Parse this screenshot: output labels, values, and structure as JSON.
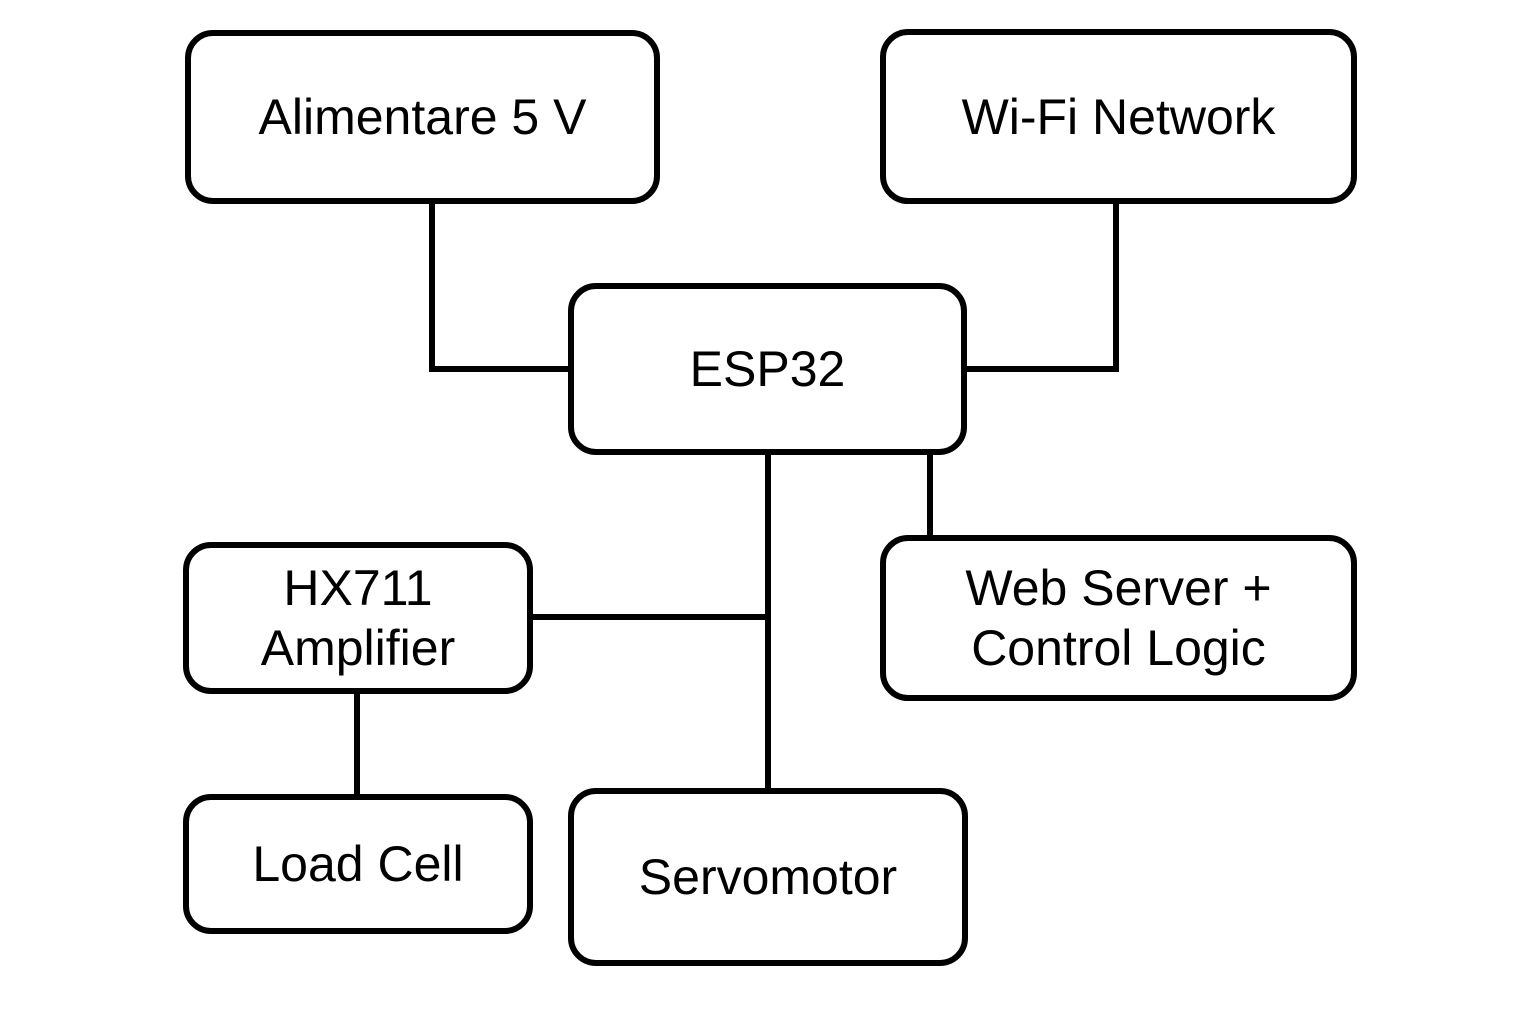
{
  "diagram": {
    "background_color": "#ffffff",
    "line_color": "#000000",
    "box_fill_color": "#ffffff",
    "box_border_color": "#000000",
    "text_color": "#000000",
    "nodes": [
      {
        "id": "alimentare",
        "label_lines": [
          "Alimentare 5 V"
        ]
      },
      {
        "id": "wifi",
        "label_lines": [
          "Wi-Fi Network"
        ]
      },
      {
        "id": "esp32",
        "label_lines": [
          "ESP32"
        ]
      },
      {
        "id": "hx711",
        "label_lines": [
          "HX711",
          "Amplifier"
        ]
      },
      {
        "id": "webserver",
        "label_lines": [
          "Web Server +",
          "Control Logic"
        ]
      },
      {
        "id": "loadcell",
        "label_lines": [
          "Load Cell"
        ]
      },
      {
        "id": "servo",
        "label_lines": [
          "Servomotor"
        ]
      }
    ],
    "edges": [
      {
        "from": "alimentare",
        "to": "esp32",
        "shape": "down-then-right"
      },
      {
        "from": "wifi",
        "to": "esp32",
        "shape": "down-then-left"
      },
      {
        "from": "esp32",
        "to": "servo",
        "shape": "straight-vertical"
      },
      {
        "from": "esp32",
        "to": "webserver",
        "shape": "straight-vertical"
      },
      {
        "from": "hx711",
        "to": "esp32-servo-trunk",
        "shape": "straight-horizontal"
      },
      {
        "from": "hx711",
        "to": "loadcell",
        "shape": "straight-vertical"
      }
    ]
  }
}
